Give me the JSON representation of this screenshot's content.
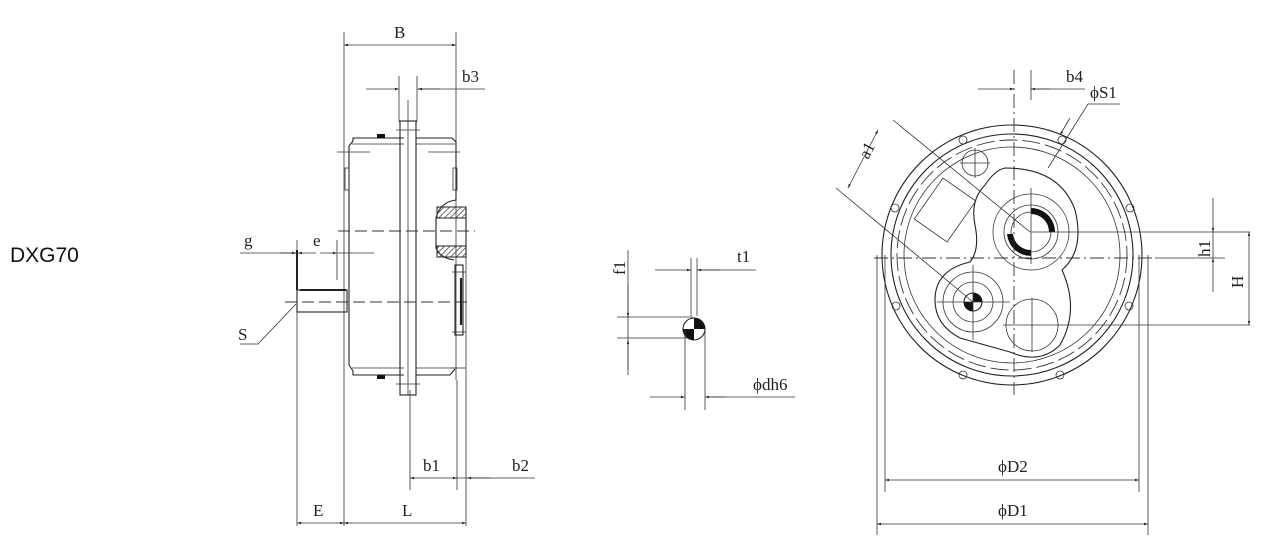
{
  "model": "DXG70",
  "side_view": {
    "dimensions": {
      "B": "B",
      "b3": "b3",
      "g": "g",
      "e": "e",
      "S": "S",
      "b1": "b1",
      "b2": "b2",
      "E": "E",
      "L": "L"
    }
  },
  "shaft_detail": {
    "dimensions": {
      "f1": "f1",
      "t1": "t1",
      "dh6": "ϕdh6"
    }
  },
  "front_view": {
    "dimensions": {
      "a1": "a1",
      "b4": "b4",
      "S1": "ϕS1",
      "h1": "h1",
      "H": "H",
      "D2": "ϕD2",
      "D1": "ϕD1"
    }
  },
  "colors": {
    "line": "#222222",
    "background": "#ffffff"
  }
}
